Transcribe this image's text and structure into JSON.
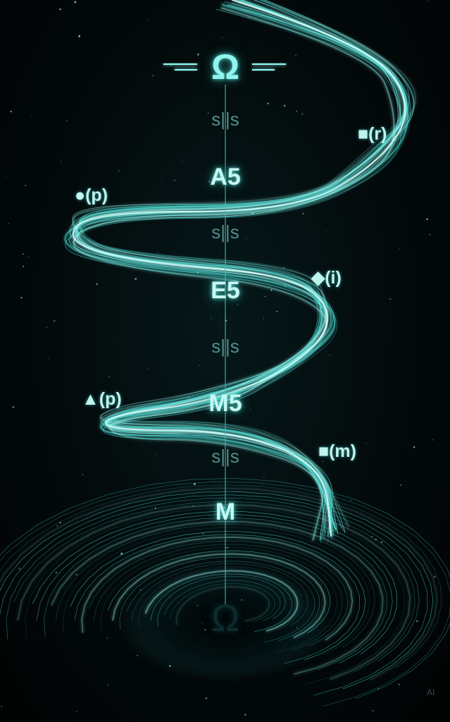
{
  "title_symbol": "Ω",
  "base_symbol": "Ω",
  "separator": "s||s",
  "nodes": [
    "A5",
    "E5",
    "M5",
    "M"
  ],
  "markers": [
    {
      "text": "■(r)",
      "shape": "square"
    },
    {
      "text": "●(p)",
      "shape": "circle"
    },
    {
      "text": "◆(i)",
      "shape": "diamond"
    },
    {
      "text": "▲(p)",
      "shape": "triangle"
    },
    {
      "text": "■(m)",
      "shape": "square"
    }
  ],
  "watermark": "AI",
  "colors": {
    "background": "#020506",
    "accent": "#3fe0d6",
    "glow": "#8ff5ee",
    "text": "#c8f7f3"
  }
}
